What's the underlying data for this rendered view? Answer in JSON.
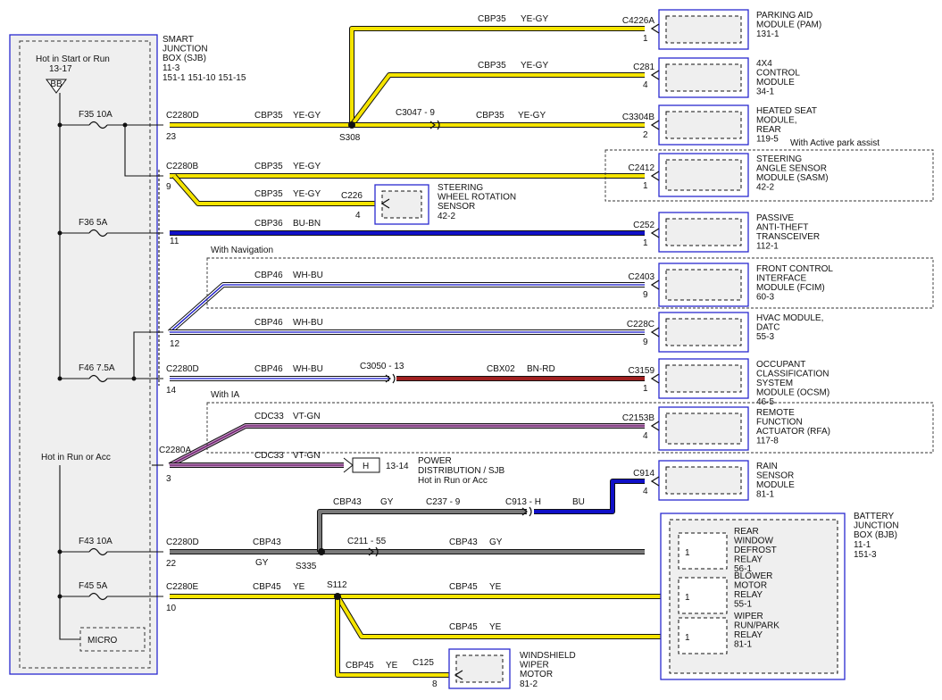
{
  "sjb": {
    "title": "SMART\nJUNCTION\nBOX (SJB)",
    "sub1": "11-3",
    "sub2": "151-1  151-10  151-15"
  },
  "hot_start_run": {
    "label": "Hot in Start or Run",
    "ref": "13-17",
    "bus": "BB"
  },
  "hot_run_acc": "Hot in Run or Acc",
  "micro": "MICRO",
  "fuses": [
    {
      "id": "f35",
      "label": "F35  10A"
    },
    {
      "id": "f36",
      "label": "F36  5A"
    },
    {
      "id": "f46",
      "label": "F46  7.5A"
    },
    {
      "id": "f43",
      "label": "F43  10A"
    },
    {
      "id": "f45",
      "label": "F45  5A"
    }
  ],
  "connectors": {
    "c2280d_23": {
      "name": "C2280D",
      "pin": "23"
    },
    "c2280b_9": {
      "name": "C2280B",
      "pin": "9"
    },
    "pin11": "11",
    "pin12": "12",
    "c2280d_14": {
      "name": "C2280D",
      "pin": "14"
    },
    "c2280a_3": {
      "name": "C2280A",
      "pin": "3"
    },
    "c2280d_22": {
      "name": "C2280D",
      "pin": "22"
    },
    "c2280e_10": {
      "name": "C2280E",
      "pin": "10"
    },
    "c3047": "C3047  -  9",
    "c3050": "C3050  -  13",
    "c237": "C237 - 9",
    "c913": "C913 - H",
    "c211": "C211 - 55",
    "c226": {
      "name": "C226",
      "pin": "4"
    },
    "c125": {
      "name": "C125",
      "pin": "8"
    }
  },
  "splices": {
    "s308": "S308",
    "s335": "S335",
    "s112": "S112"
  },
  "circuits": {
    "cbp35": "CBP35",
    "yegy": "YE-GY",
    "cbp36": "CBP36",
    "bubn": "BU-BN",
    "cbp46": "CBP46",
    "whbu": "WH-BU",
    "cbx02": "CBX02",
    "bnrd": "BN-RD",
    "cdc33": "CDC33",
    "vtgn": "VT-GN",
    "cbp43": "CBP43",
    "gy": "GY",
    "bu": "BU",
    "cbp45": "CBP45",
    "ye": "YE"
  },
  "options": {
    "nav": "With Navigation",
    "ia": "With IA",
    "active_park": "With Active park assist"
  },
  "power_dist": {
    "terminal": "H",
    "ref": "13-14",
    "line1": "POWER",
    "line2": "DISTRIBUTION / SJB",
    "line3": "Hot in Run or Acc"
  },
  "modules": [
    {
      "id": "pam",
      "conn": "C4226A",
      "pin": "1",
      "name": "PARKING AID\nMODULE (PAM)",
      "ref": "131-1"
    },
    {
      "id": "x4",
      "conn": "C281",
      "pin": "4",
      "name": "4X4\nCONTROL\nMODULE",
      "ref": "34-1"
    },
    {
      "id": "seat",
      "conn": "C3304B",
      "pin": "2",
      "name": "HEATED SEAT\nMODULE,\nREAR",
      "ref": "119-5"
    },
    {
      "id": "sasm",
      "conn": "C2412",
      "pin": "1",
      "name": "STEERING\nANGLE SENSOR\nMODULE (SASM)",
      "ref": "42-2"
    },
    {
      "id": "swrs",
      "conn": "C226",
      "pin": "4",
      "name": "STEERING\nWHEEL ROTATION\nSENSOR",
      "ref": "42-2"
    },
    {
      "id": "pats",
      "conn": "C252",
      "pin": "1",
      "name": "PASSIVE\nANTI-THEFT\nTRANSCEIVER",
      "ref": "112-1"
    },
    {
      "id": "fcim",
      "conn": "C2403",
      "pin": "9",
      "name": "FRONT CONTROL\nINTERFACE\nMODULE (FCIM)",
      "ref": "60-3"
    },
    {
      "id": "hvac",
      "conn": "C228C",
      "pin": "9",
      "name": "HVAC MODULE,\nDATC",
      "ref": "55-3"
    },
    {
      "id": "ocsm",
      "conn": "C3159",
      "pin": "1",
      "name": "OCCUPANT\nCLASSIFICATION\nSYSTEM\nMODULE (OCSM)",
      "ref": "46-5"
    },
    {
      "id": "rfa",
      "conn": "C2153B",
      "pin": "4",
      "name": "REMOTE\nFUNCTION\nACTUATOR (RFA)",
      "ref": "117-8"
    },
    {
      "id": "rain",
      "conn": "C914",
      "pin": "4",
      "name": "RAIN\nSENSOR\nMODULE",
      "ref": "81-1"
    },
    {
      "id": "wiper",
      "conn": "C125",
      "pin": "8",
      "name": "WINDSHIELD\nWIPER\nMOTOR",
      "ref": "81-2"
    }
  ],
  "bjb": {
    "name": "BATTERY\nJUNCTION\nBOX (BJB)",
    "ref1": "11-1",
    "ref2": "151-3",
    "relays": [
      {
        "id": "defrost",
        "pin": "1",
        "name": "REAR\nWINDOW\nDEFROST\nRELAY",
        "ref": "56-1"
      },
      {
        "id": "blower",
        "pin": "1",
        "name": "BLOWER\nMOTOR\nRELAY",
        "ref": "55-1"
      },
      {
        "id": "wiperrelay",
        "pin": "1",
        "name": "WIPER\nRUN/PARK\nRELAY",
        "ref": "81-1"
      }
    ]
  },
  "colors": {
    "ye": "#f5e400",
    "gy": "#7a7a7a",
    "bu": "#1010c8",
    "wh": "#ffffff",
    "bn": "#a02020",
    "vt": "#c090c0",
    "outline": "#111111",
    "border": "#2a2ad0"
  }
}
